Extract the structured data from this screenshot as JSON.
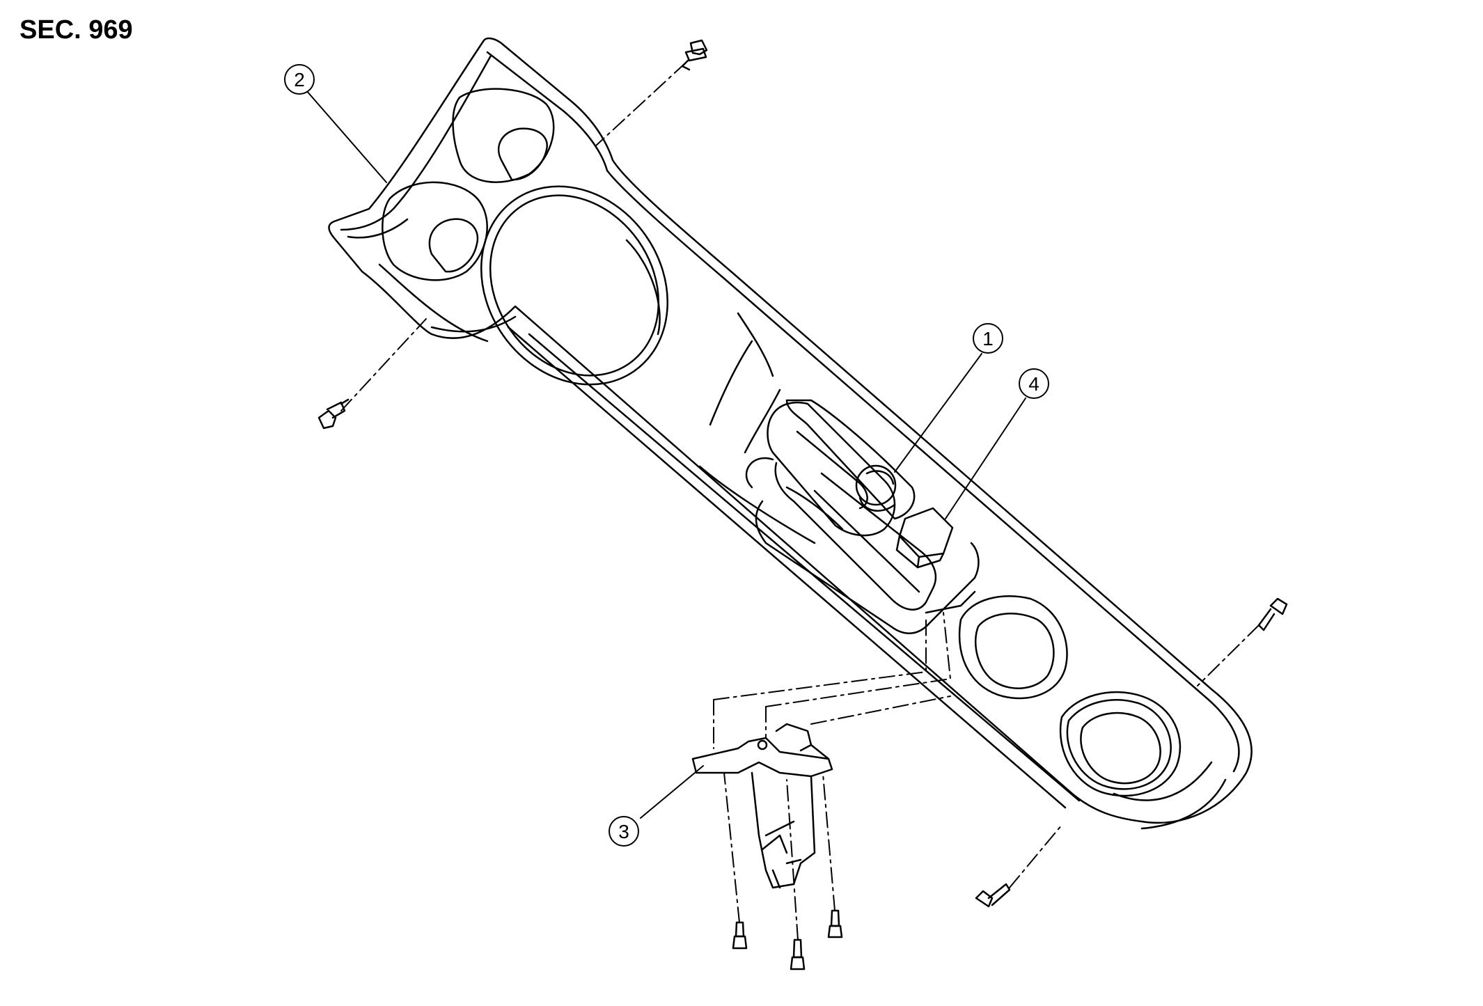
{
  "section": {
    "label": "SEC. 969"
  },
  "callouts": [
    {
      "id": "callout-1",
      "text": "1"
    },
    {
      "id": "callout-2",
      "text": "2"
    },
    {
      "id": "callout-3",
      "text": "3"
    },
    {
      "id": "callout-4",
      "text": "4"
    }
  ],
  "colors": {
    "ink": "#000000",
    "paper": "#ffffff"
  }
}
